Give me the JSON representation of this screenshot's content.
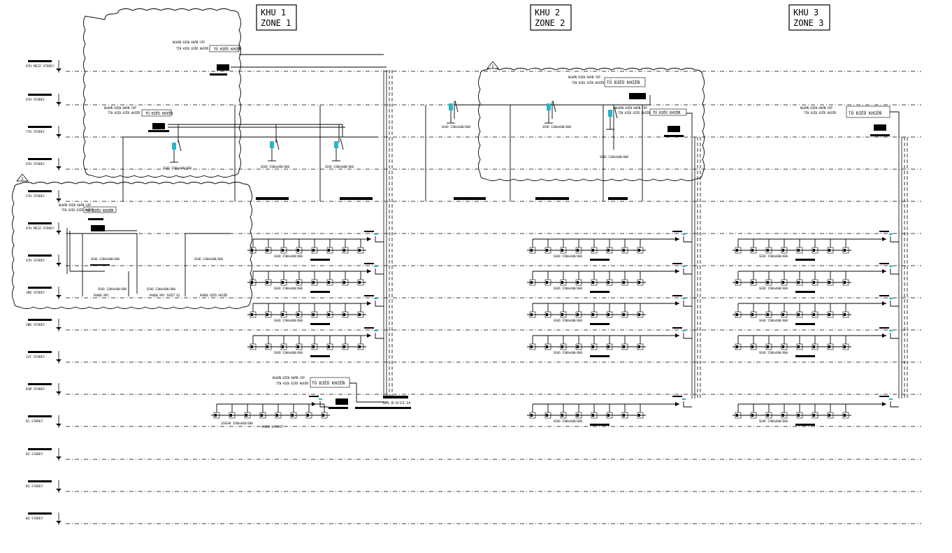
{
  "zones": [
    {
      "line1": "KHU 1",
      "line2": "ZONE 1"
    },
    {
      "line1": "KHU 2",
      "line2": "ZONE 2"
    },
    {
      "line1": "KHU 3",
      "line2": "ZONE 3"
    }
  ],
  "storeys": [
    "6TH MEZZ STOREY",
    "6TH STOREY",
    "7TH STOREY",
    "6TH STOREY",
    "5TH STOREY",
    "4TH MEZZ STOREY",
    "4TH STOREY",
    "3RD STOREY",
    "2ND STOREY",
    "1ST STOREY",
    "B1M STOREY",
    "B1 STOREY",
    "B2 STOREY",
    "B3 STOREY",
    "B4 STOREY"
  ],
  "revision_tags": [
    "1",
    "1"
  ],
  "labels": {
    "panel_note": "NGUỒN ĐIỆN KHẨN CẤP",
    "panel_note2": "TÍN HIỆU ĐIỀU KHIỂN",
    "control_box": "TỦ ĐIỀU KHIỂN",
    "seat_label": "SEAD 1500x600/600",
    "seat_label_b": "SEAD 1200x600/600",
    "seat_label_c": "16SEAD 1500x600/600",
    "riser_label": "AMS B-0/13-14",
    "room_a": "PHÒNG MÁY",
    "room_b": "PHÒNG MÁY THIẾT BỊ",
    "room_c": "PHÒNG ĐIỀU KHIỂN",
    "room_d": "SMOKE EXTRACT",
    "zone3_note": "NGUỒN ĐIỆN KHẨN CẤP",
    "zone3_note2": "TÍN HIỆU ĐIỀU KHIỂN"
  }
}
